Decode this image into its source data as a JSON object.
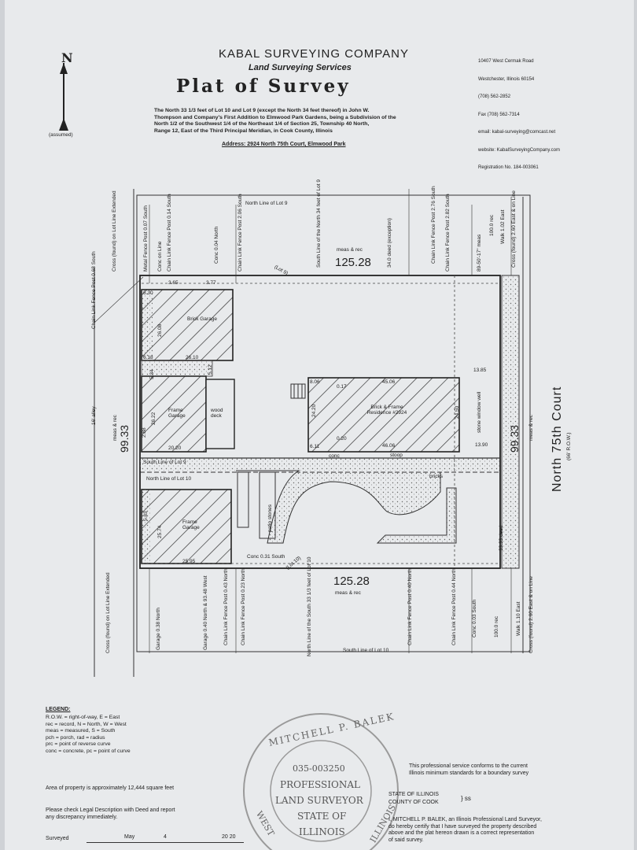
{
  "header": {
    "company": "KABAL SURVEYING COMPANY",
    "subtitle": "Land Surveying Services",
    "doc_title": "Plat of Survey",
    "contact_lines": [
      "10407 West Cermak Road",
      "Westchester, Illinois 60154",
      "(708) 562-2852",
      "Fax (708) 562-7314",
      "email: kabal-surveying@comcast.net",
      "website: KabalSurveyingCompany.com",
      "Registration No. 184-003061"
    ],
    "legal_description": "The North 33 1/3 feet of Lot 10 and Lot 9 (except the North 34 feet thereof) in John W.\nThompson and Company's First Addition to Elmwood Park Gardens, being a Subdivision of the\nNorth 1/2 of the Southwest 1/4 of the Northeast 1/4 of Section 25, Township 40 North,\nRange 12, East of the Third Principal Meridian, in Cook County, Illinois",
    "address": "Address: 2924 North 75th Court, Elmwood Park"
  },
  "north_arrow": {
    "letter": "N",
    "note": "(assumed)"
  },
  "plat": {
    "north_line_lot9": "North Line of Lot 9",
    "south_line_lot9": "South Line of Lot 9",
    "north_line_lot10": "North Line of Lot 10",
    "south_line_lot10": "South Line of Lot 10",
    "top_dim": "125.28",
    "top_dim_label": "meas & rec",
    "bottom_dim": "125.28",
    "bottom_dim_label": "meas & rec",
    "left_dim": "99.33",
    "left_dim_label": "meas & rec",
    "right_dim": "99.33",
    "right_dim_label": "meas & rec",
    "alley": "16' alley",
    "street": "North 75th Court",
    "street_row": "(66' R.O.W.)",
    "brick_garage": "Brick Garage",
    "frame_garage_1": "Frame Garage",
    "frame_garage_2": "Frame Garage",
    "wood_deck": "wood deck",
    "residence": "Brick & Frame Residence #2924",
    "frame": "Frame",
    "stoop": "stoop",
    "bricks": "bricks",
    "patio_stones": "patio stones",
    "conc": "conc",
    "conc_031": "Conc 0.31 South",
    "top_labels": [
      "Cross (found) on Lot Line Extended",
      "Metal Fence Post 0.07 South",
      "Conc on Line",
      "Chain Link Fence Post 0.14 South",
      "Conc 0.04 North",
      "Chain Link Fence Post 2.06 South",
      "South Line of the North 34 feet of Lot 9",
      "34.0 deed (exception)",
      "Chain Link Fence Post 2.76 South",
      "Chain Link Fence Post 2.82 South",
      "89-50'-17\" meas",
      "100.0 rec",
      "Walk 1.02 East",
      "Cross (found) 2.60 East & on Line"
    ],
    "bottom_labels": [
      "Cross (found) on Lot Line Extended",
      "Garage 0.38 North",
      "Garage 0.40 North & 93.48 West",
      "Chain Link Fence Post 0.43 North",
      "Chain Link Fence Post 0.23 North",
      "North Line of the South 33 1/3 feet of Lot 10",
      "Chain Link Fence Post 0.40 North",
      "Chain Link Fence Post 0.44 North",
      "Conc 0.03 South",
      "100.0 rec",
      "Walk 1.10 East",
      "Cross (found) 2.60 East & on Line"
    ],
    "chain_link_left": "Chain Link Fence Post 0.68 South",
    "deed_3333": "33.33 deed",
    "stone_window_well": "stone window well",
    "dims": {
      "d365": "3.65",
      "d377": "3.77",
      "d630": "6.30",
      "d2608": "26.08",
      "d2610": "26.10",
      "d618": "6.18",
      "d534": "5.34",
      "d512": "5.12",
      "d2622": "26.22",
      "d288": "2.88",
      "d2020": "20.20",
      "d806": "8.06",
      "d017": "0.17",
      "d4606": "45.06",
      "d2420": "24.20",
      "d020": "0.20",
      "d611": "6.11",
      "d4606b": "46.06",
      "d1385": "13.85",
      "d2450": "24.50",
      "d1390": "13.90",
      "d583": "5.83",
      "d2574": "25.74",
      "d2595": "25.95",
      "lot9": "(Lot 9)",
      "lot10": "(Lot 10)"
    }
  },
  "legend": {
    "title": "LEGEND:",
    "lines": "R.O.W. = right-of-way, E = East\nrec = record, N = North, W = West\nmeas = measured, S = South\npch = porch, rad = radius\nprc = point of reverse curve\nconc = concrete, pc = point of curve",
    "area": "Area of property is approximately 12,444 square feet",
    "check": "Please check Legal Description with Deed and report\nany discrepancy immediately.",
    "surveyed_label": "Surveyed",
    "surveyed_month": "May",
    "surveyed_day": "4",
    "surveyed_year": "20 20"
  },
  "seal": {
    "ring": "MITCHELL P. BALEK",
    "number": "035-003250",
    "line1": "PROFESSIONAL",
    "line2": "LAND SURVEYOR",
    "line3": "STATE OF",
    "line4": "ILLINOIS",
    "bottom_left": "WEST",
    "bottom_right": "ILLINOIS"
  },
  "certification": {
    "standards": "This professional service conforms to the current\nIllinois minimum standards for a boundary survey",
    "state": "STATE OF ILLINOIS",
    "county": "COUNTY OF COOK",
    "ss": "} ss",
    "cert_text": "I, MITCHELL P. BALEK, an Illinois Professional Land Surveyor,\ndo hereby certify that I have surveyed the property described\nabove and the plat hereon drawn is a correct representation\nof said survey."
  }
}
